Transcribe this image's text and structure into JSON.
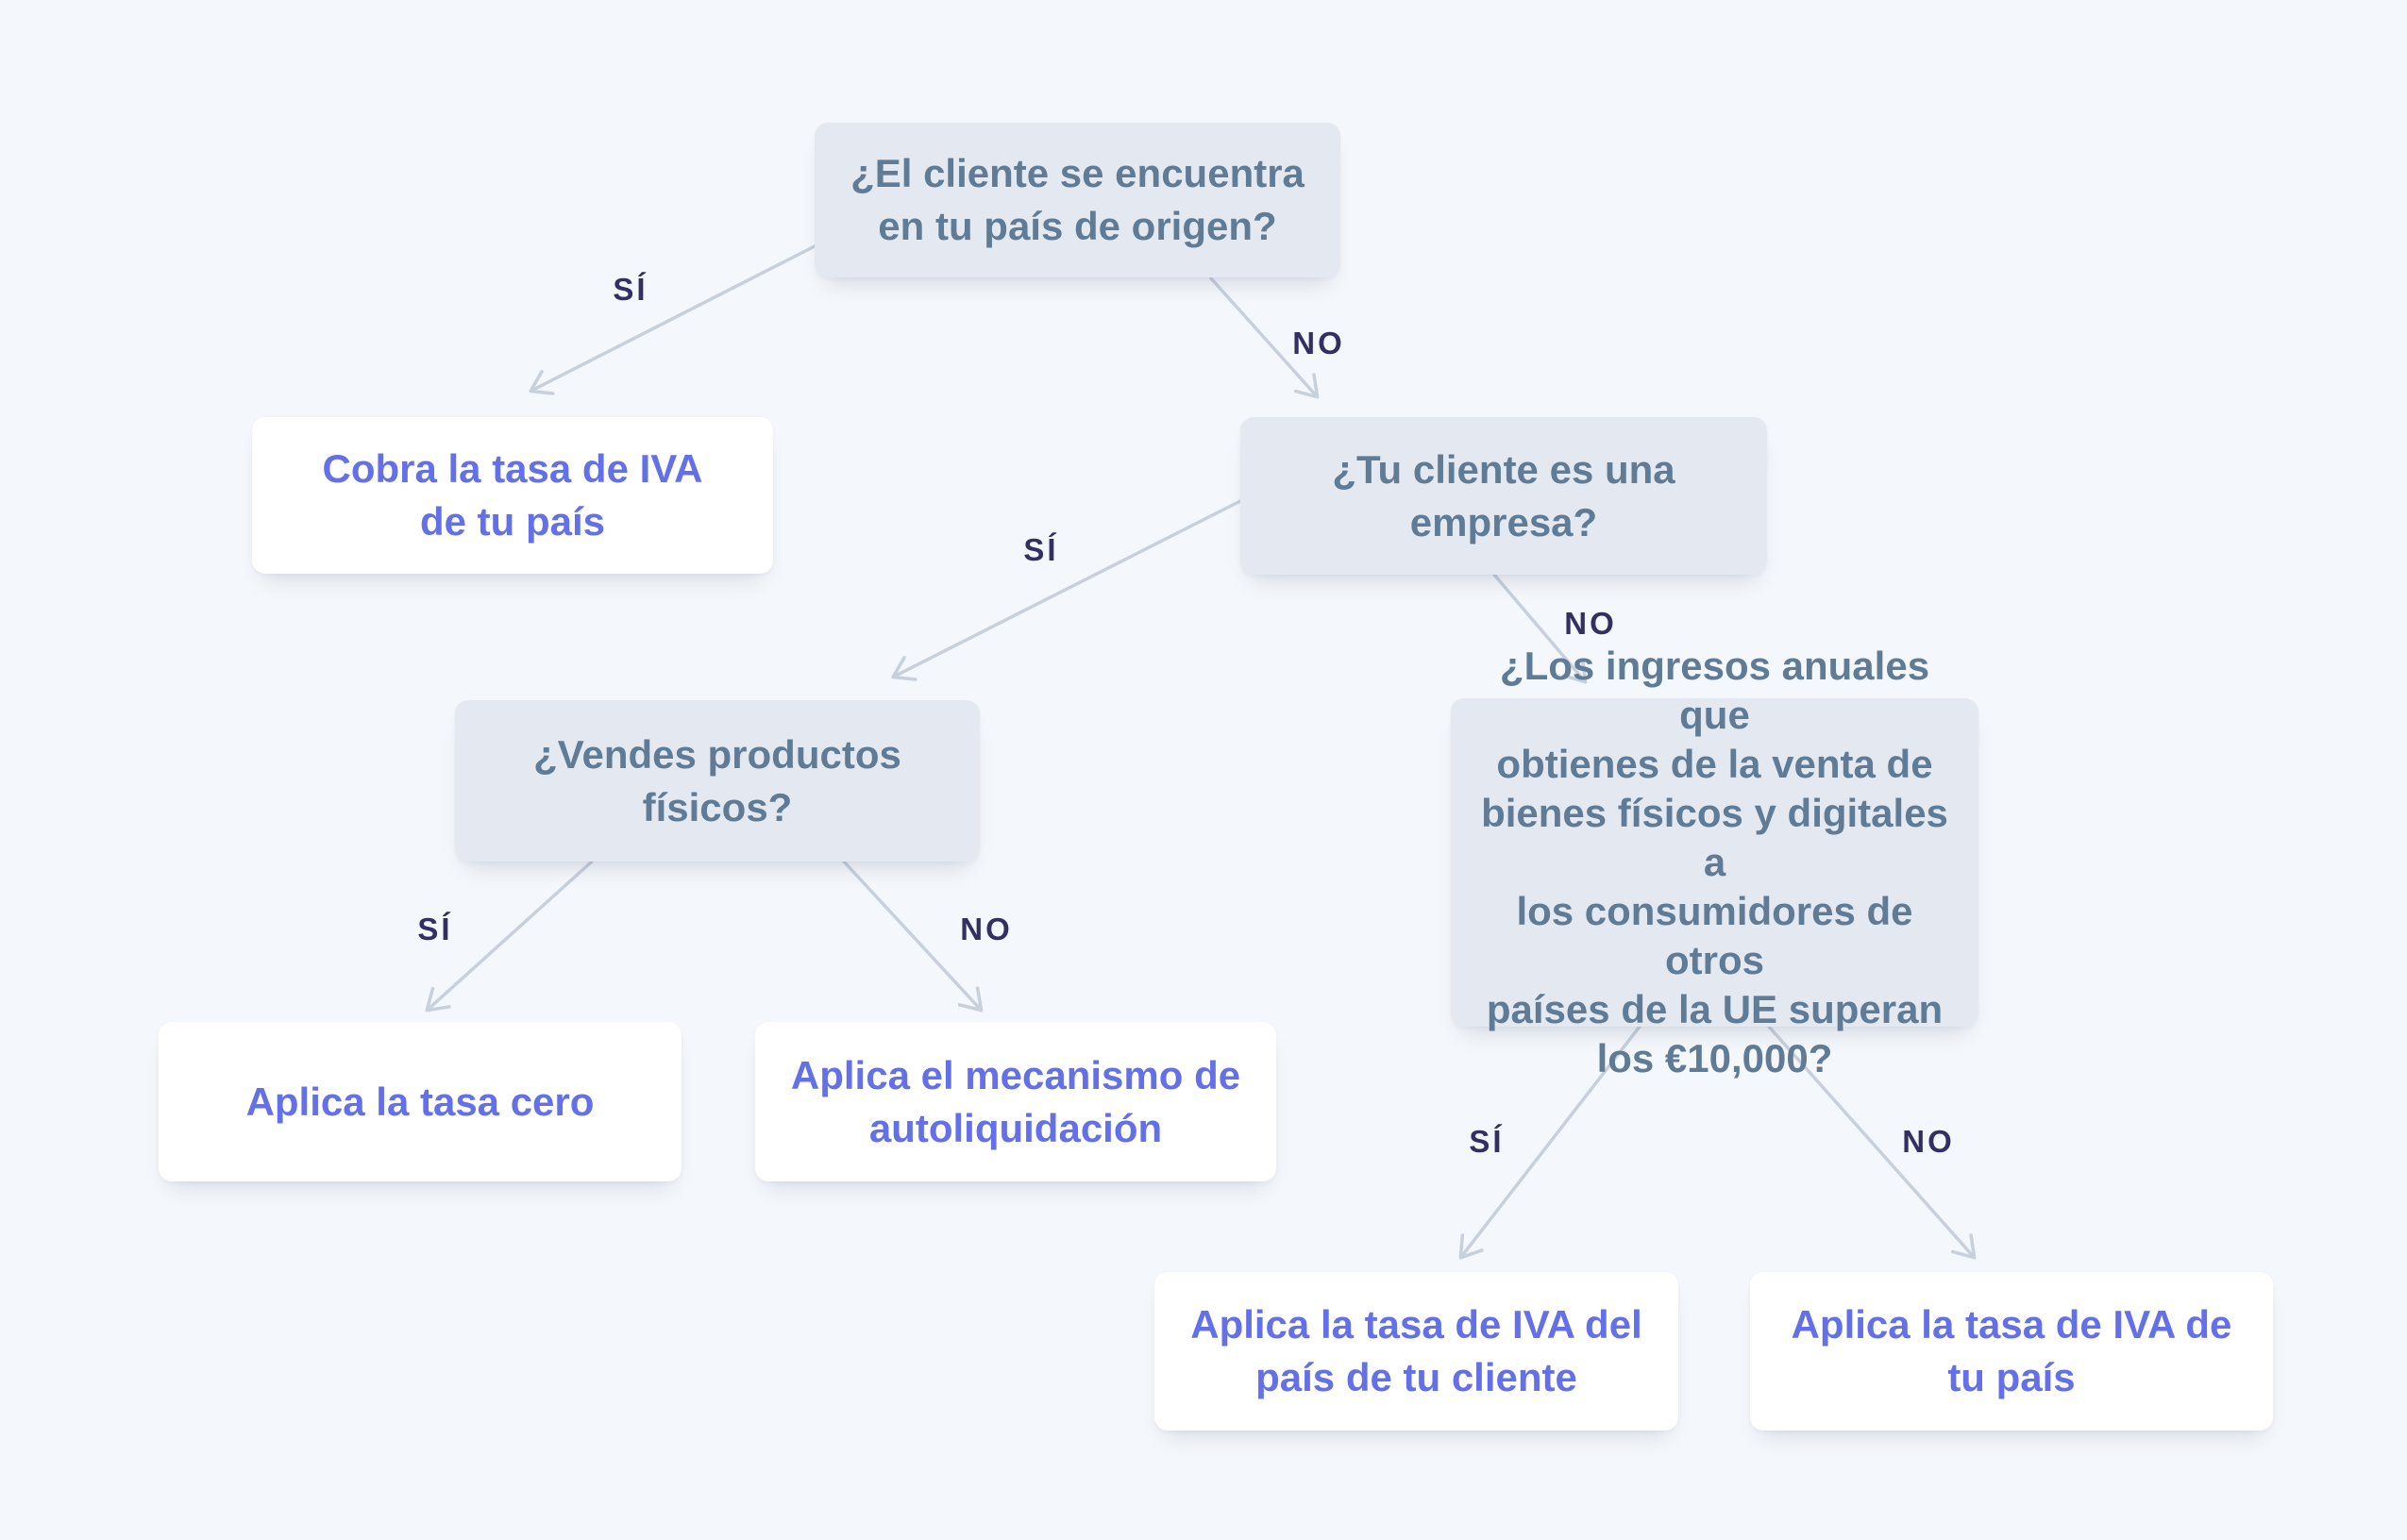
{
  "page": {
    "background": "#f4f7fb"
  },
  "palette": {
    "question_box_fill": "#e4e9f1",
    "question_text": "#607b96",
    "result_box_fill": "#ffffff",
    "result_text": "#6370e8",
    "edge_label_text": "#342f63",
    "arrow": "#c7d0db"
  },
  "nodes": {
    "q_client_in_home_country": {
      "type": "question",
      "label": "¿El cliente se encuentra\nen tu país de origen?"
    },
    "r_charge_home_vat": {
      "type": "result",
      "label": "Cobra la tasa de IVA\nde tu país"
    },
    "q_client_is_business": {
      "type": "question",
      "label": "¿Tu cliente es una\nempresa?"
    },
    "q_sell_physical_products": {
      "type": "question",
      "label": "¿Vendes productos\nfísicos?"
    },
    "q_eu_revenue_over_10000": {
      "type": "question",
      "label": "¿Los ingresos anuales que\nobtienes de la venta de\nbienes físicos y digitales a\nlos consumidores de otros\npaíses de la UE superan\nlos €10,000?"
    },
    "r_zero_rate": {
      "type": "result",
      "label": "Aplica la tasa cero"
    },
    "r_reverse_charge": {
      "type": "result",
      "label": "Aplica el mecanismo de\nautoliquidación"
    },
    "r_customer_country_vat": {
      "type": "result",
      "label": "Aplica la tasa de IVA del\npaís de tu cliente"
    },
    "r_home_country_vat": {
      "type": "result",
      "label": "Aplica la tasa de IVA de\ntu país"
    }
  },
  "edges": [
    {
      "from": "q_client_in_home_country",
      "to": "r_charge_home_vat",
      "label": "SÍ"
    },
    {
      "from": "q_client_in_home_country",
      "to": "q_client_is_business",
      "label": "NO"
    },
    {
      "from": "q_client_is_business",
      "to": "q_sell_physical_products",
      "label": "SÍ"
    },
    {
      "from": "q_client_is_business",
      "to": "q_eu_revenue_over_10000",
      "label": "NO"
    },
    {
      "from": "q_sell_physical_products",
      "to": "r_zero_rate",
      "label": "SÍ"
    },
    {
      "from": "q_sell_physical_products",
      "to": "r_reverse_charge",
      "label": "NO"
    },
    {
      "from": "q_eu_revenue_over_10000",
      "to": "r_customer_country_vat",
      "label": "SÍ"
    },
    {
      "from": "q_eu_revenue_over_10000",
      "to": "r_home_country_vat",
      "label": "NO"
    }
  ]
}
